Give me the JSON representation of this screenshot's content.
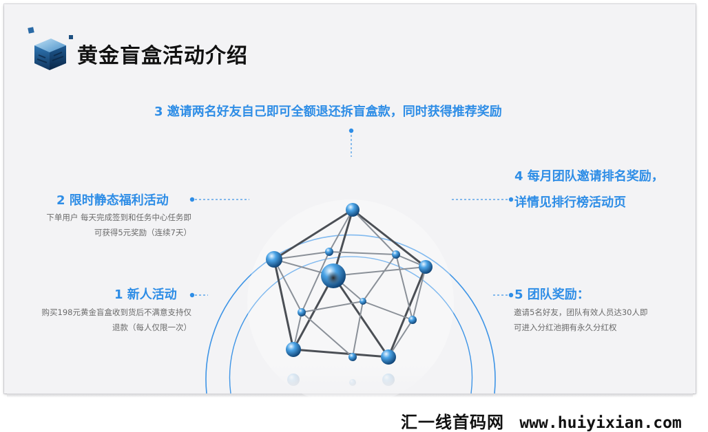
{
  "title": "黄金盲盒活动介绍",
  "items": {
    "item1": {
      "heading": "1  新人活动",
      "description": "购买198元黄金盲盒收到货后不满意支持仅退款（每人仅限一次）"
    },
    "item2": {
      "heading": "2  限时静态福利活动",
      "description": "下单用户 每天完成签到和任务中心任务即可获得5元奖励（连续7天）"
    },
    "item3": {
      "heading": "3  邀请两名好友自己即可全额退还拆盲盒款，同时获得推荐奖励"
    },
    "item4": {
      "heading_line1": "4  每月团队邀请排名奖励，",
      "heading_line2": "详情见排行榜活动页"
    },
    "item5": {
      "heading": "5  团队奖励：",
      "description": "邀请5名好友，团队有效人员达30人即可进入分红池拥有永久分红权"
    }
  },
  "footer": {
    "site_name": "汇一线首码网",
    "url": "www.huiyixian.com"
  },
  "colors": {
    "accent": "#2e8de6",
    "title": "#111111",
    "description": "#6a6a6a",
    "background": "#f3f3f5"
  }
}
